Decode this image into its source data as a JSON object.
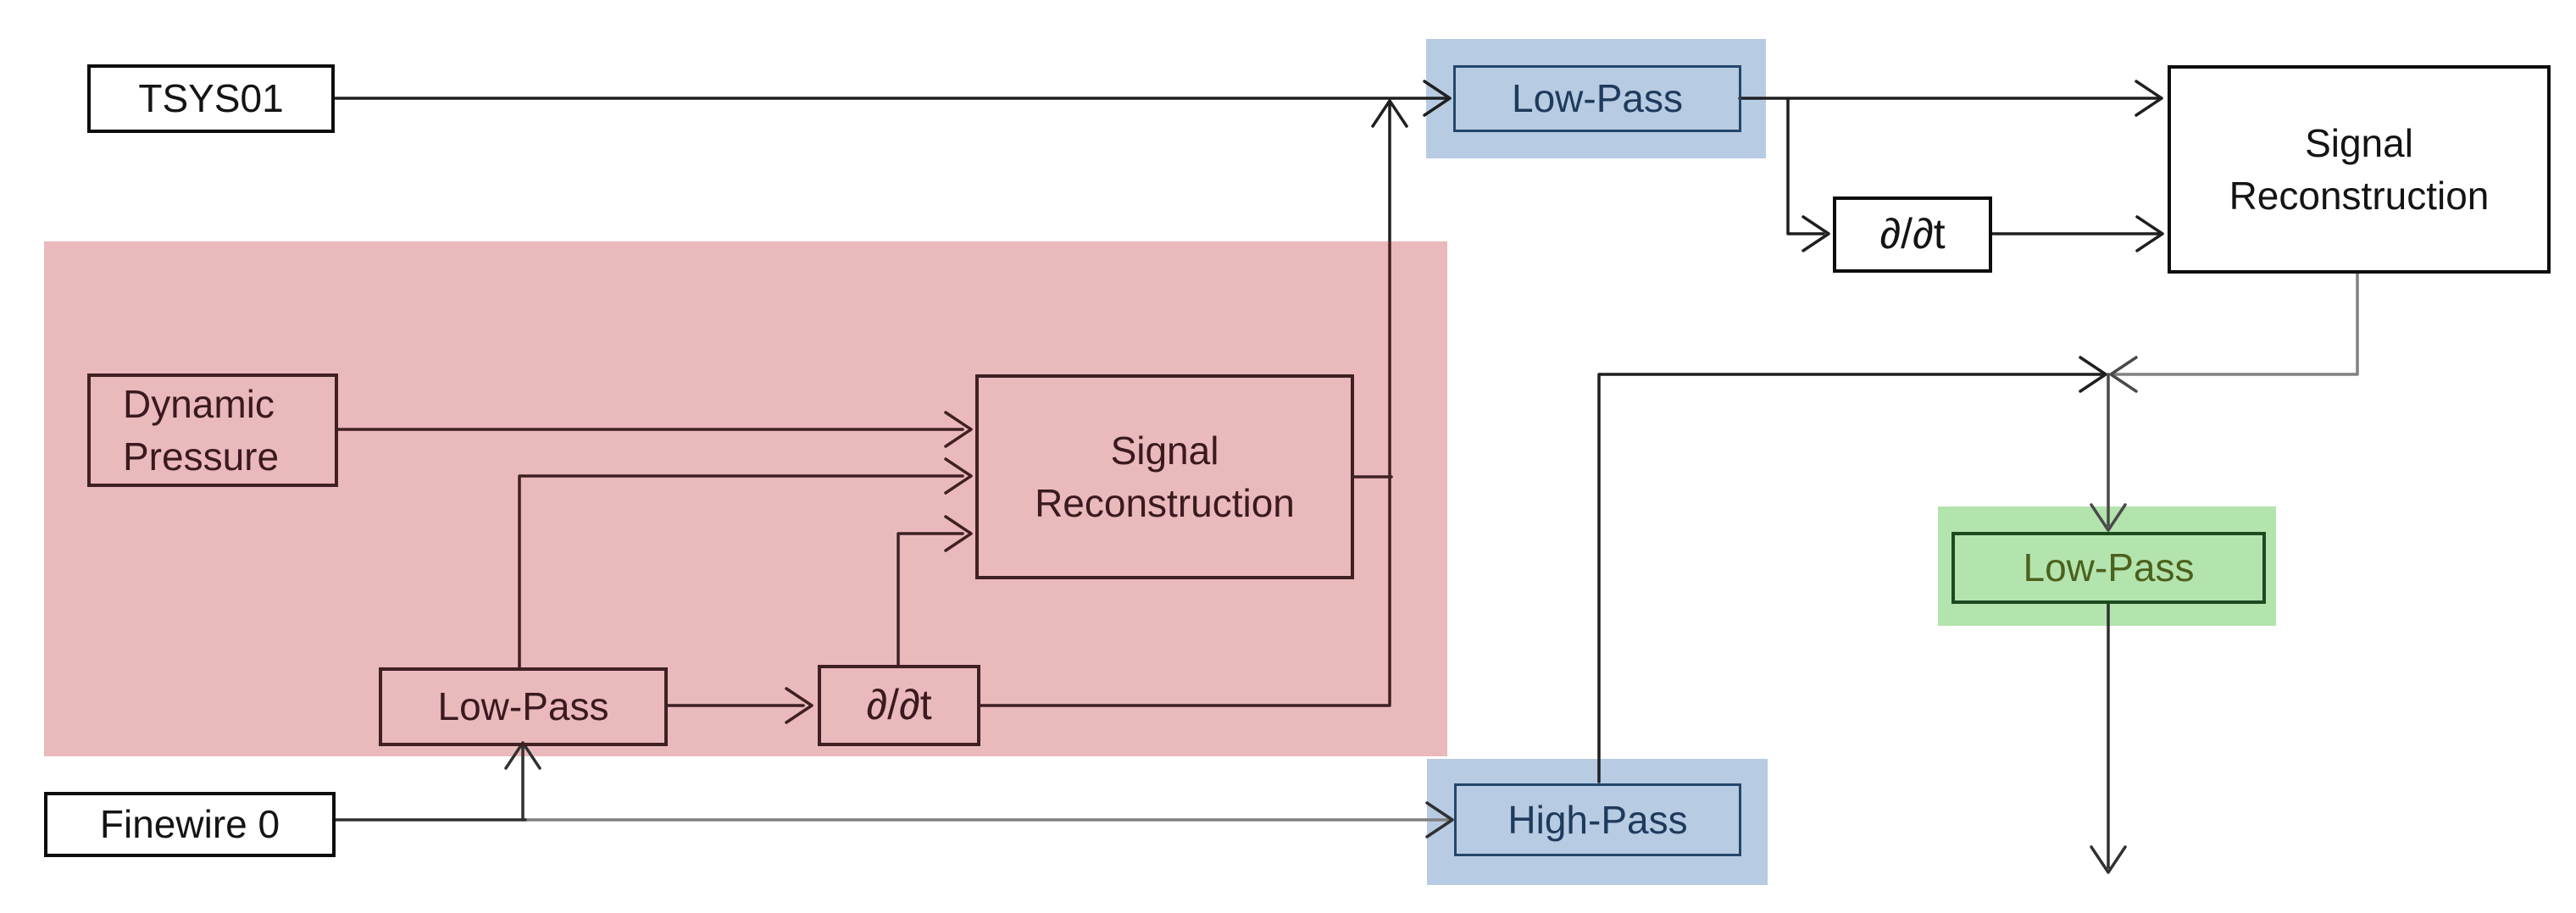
{
  "diagram": {
    "nodes": {
      "tsys01": {
        "label": "TSYS01"
      },
      "dynamic_pressure": {
        "label": "Dynamic Pressure"
      },
      "signal_reconstruction_pink": {
        "label": "Signal Reconstruction"
      },
      "low_pass_pink": {
        "label": "Low-Pass"
      },
      "ddt_pink": {
        "label": "∂/∂t"
      },
      "finewire0": {
        "label": "Finewire 0"
      },
      "low_pass_blue": {
        "label": "Low-Pass"
      },
      "ddt_top": {
        "label": "∂/∂t"
      },
      "signal_reconstruction_top": {
        "label": "Signal Reconstruction"
      },
      "high_pass": {
        "label": "High-Pass"
      },
      "low_pass_green": {
        "label": "Low-Pass"
      }
    },
    "colors": {
      "pink_highlight": "#eab9bb",
      "blue_highlight": "#b7cbe2",
      "green_highlight": "#b4e4ae",
      "blue_box_border": "#24466b",
      "blue_text": "#1e3a5c",
      "green_box_border": "#1d4a1f",
      "green_text": "#4c611d",
      "pink_region_line": "#3f2023",
      "black_line": "#1f1f1f",
      "gray_line": "#808080"
    }
  }
}
